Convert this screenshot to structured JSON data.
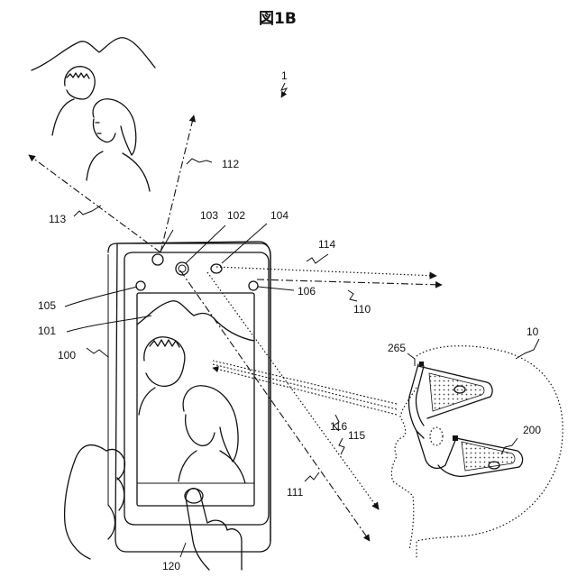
{
  "figure": {
    "title": "図1B",
    "labels": {
      "system": "1",
      "glasses_device": "10",
      "smartphone": "100",
      "display": "101",
      "front_camera": "102",
      "light_sensor": "103",
      "rear_camera": "104",
      "ir_emitter": "105",
      "ir_camera": "106",
      "axis_110": "110",
      "axis_111": "111",
      "axis_112": "112",
      "axis_113": "113",
      "axis_114": "114",
      "axis_115": "115",
      "axis_116": "116",
      "home_button": "120",
      "glasses_temple": "200",
      "glasses_sensor": "265"
    }
  }
}
